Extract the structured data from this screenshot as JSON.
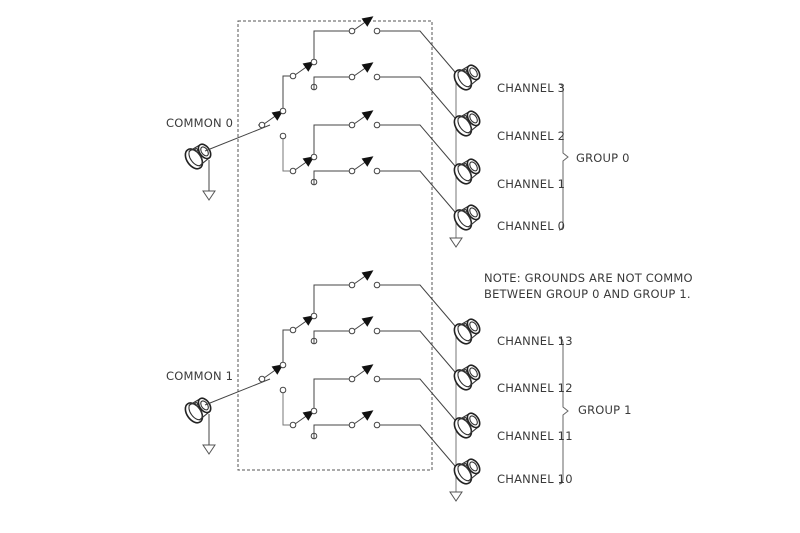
{
  "diagram": {
    "title": "Multiplexer switch topology",
    "groups": [
      {
        "name": "GROUP 0",
        "common_label": "COMMON 0",
        "channels": [
          "CHANNEL 3",
          "CHANNEL 2",
          "CHANNEL 1",
          "CHANNEL 0"
        ]
      },
      {
        "name": "GROUP 1",
        "common_label": "COMMON 1",
        "channels": [
          "CHANNEL 13",
          "CHANNEL 12",
          "CHANNEL 11",
          "CHANNEL 10"
        ]
      }
    ],
    "note_line1": "NOTE: GROUNDS ARE NOT COMMO",
    "note_line2": "BETWEEN GROUP 0 AND GROUP 1.",
    "icons": {
      "connector": "bnc-connector-icon",
      "switch": "spst-switch-icon",
      "ground": "ground-icon"
    }
  }
}
